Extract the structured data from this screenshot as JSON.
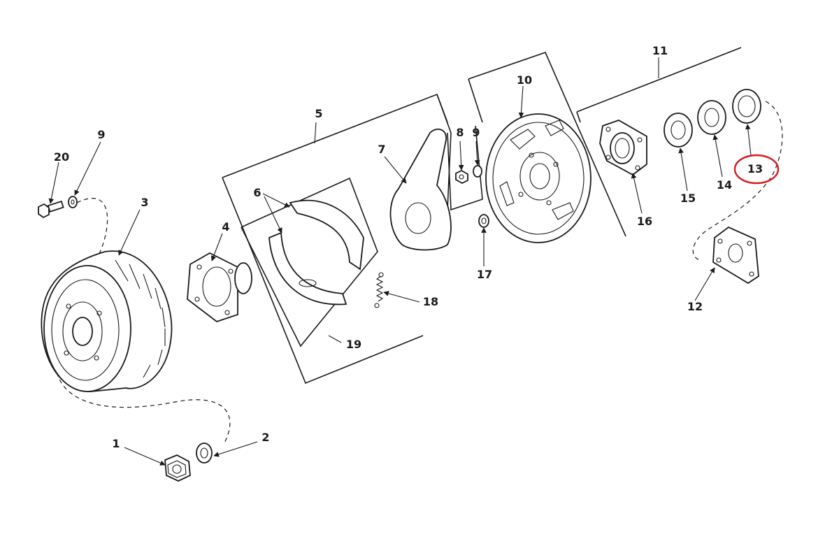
{
  "callouts": [
    {
      "id": "1",
      "text": "1"
    },
    {
      "id": "2",
      "text": "2"
    },
    {
      "id": "3",
      "text": "3"
    },
    {
      "id": "4",
      "text": "4"
    },
    {
      "id": "5",
      "text": "5"
    },
    {
      "id": "6",
      "text": "6"
    },
    {
      "id": "7",
      "text": "7"
    },
    {
      "id": "8",
      "text": "8"
    },
    {
      "id": "9a",
      "text": "9"
    },
    {
      "id": "9b",
      "text": "9"
    },
    {
      "id": "10",
      "text": "10"
    },
    {
      "id": "11",
      "text": "11"
    },
    {
      "id": "12",
      "text": "12"
    },
    {
      "id": "13",
      "text": "13"
    },
    {
      "id": "14",
      "text": "14"
    },
    {
      "id": "15",
      "text": "15"
    },
    {
      "id": "16",
      "text": "16"
    },
    {
      "id": "17",
      "text": "17"
    },
    {
      "id": "18",
      "text": "18"
    },
    {
      "id": "19",
      "text": "19"
    },
    {
      "id": "20",
      "text": "20"
    }
  ],
  "highlight": {
    "callout": "13",
    "color": "#d42020"
  },
  "colors": {
    "ink": "#1a1a1a",
    "background": "#ffffff"
  }
}
